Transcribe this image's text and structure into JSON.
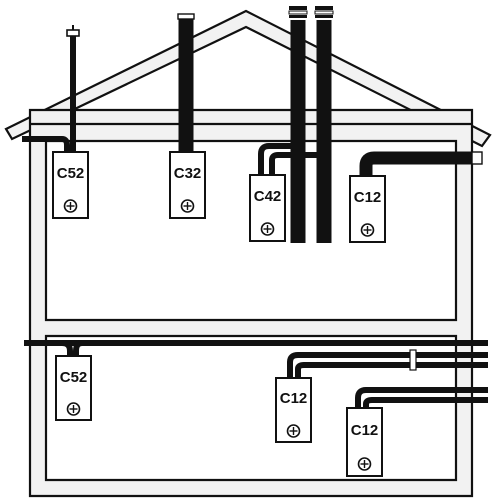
{
  "diagram": {
    "boilers": {
      "attic_left": {
        "label": "C52"
      },
      "attic_middle": {
        "label": "C32"
      },
      "attic_right_center": {
        "label": "C42"
      },
      "attic_right": {
        "label": "C12"
      },
      "ground_left": {
        "label": "C52"
      },
      "ground_middle": {
        "label": "C12"
      },
      "ground_right": {
        "label": "C12"
      }
    }
  },
  "colors": {
    "line": "#111111",
    "wall_fill": "#f2f2f2",
    "pipe": "#111111",
    "pipe_inner": "#ffffff",
    "background": "#ffffff"
  }
}
